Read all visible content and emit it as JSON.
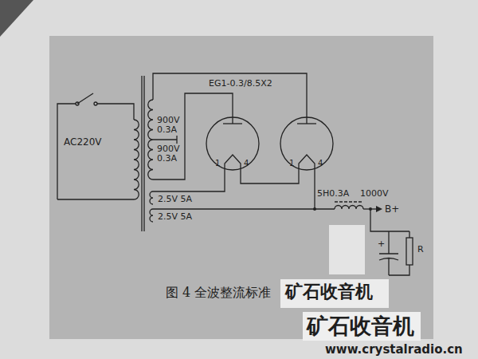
{
  "diagram": {
    "caption": "图 4 全波整流标准",
    "labels": [
      "AC220V",
      "900V",
      "0.3A",
      "900V",
      "0.3A",
      "EG1-0.3/8.5X2",
      "1",
      "4",
      "1",
      "4",
      "2.5V 5A",
      "2.5V 5A",
      "5H0.3A",
      "1000V",
      "B+",
      "+",
      "R",
      "矿石收音机",
      "矿石收音机",
      "www.crystalradio.cn"
    ]
  }
}
